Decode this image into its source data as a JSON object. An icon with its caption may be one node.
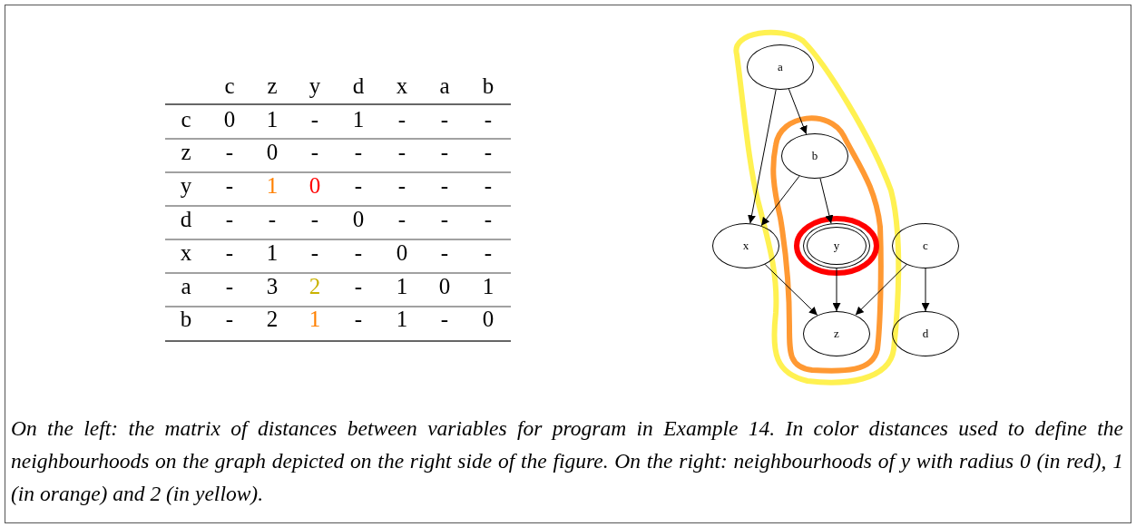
{
  "diagram": {
    "caption": "On the left: the matrix of distances between variables for program in Example 14. In color distances used to define the neighbourhoods on the graph depicted on the right side of the figure. On the right: neighbourhoods of y with radius 0 (in red), 1 (in orange) and 2 (in yellow).",
    "nodes": [
      {
        "text": [
          "a"
        ]
      },
      {
        "text": [
          "b"
        ]
      },
      {
        "text": [
          "x"
        ]
      },
      {
        "text": [
          "y"
        ]
      },
      {
        "text": [
          "c"
        ]
      },
      {
        "text": [
          "z"
        ]
      },
      {
        "text": [
          "d"
        ]
      }
    ],
    "edges": [
      {
        "from": 0,
        "to": 1,
        "arrow": "to"
      },
      {
        "from": 0,
        "to": 2,
        "arrow": "to"
      },
      {
        "from": 1,
        "to": 2,
        "arrow": "to"
      },
      {
        "from": 1,
        "to": 3,
        "arrow": "to"
      },
      {
        "from": 2,
        "to": 5,
        "arrow": "to"
      },
      {
        "from": 3,
        "to": 5,
        "arrow": "to"
      },
      {
        "from": 4,
        "to": 5,
        "arrow": "to"
      },
      {
        "from": 4,
        "to": 6,
        "arrow": "to"
      }
    ],
    "labels": [
      "c",
      "z",
      "y",
      "d",
      "x",
      "a",
      "b",
      "c",
      "0",
      "1",
      "-",
      "1",
      "-",
      "-",
      "-",
      "z",
      "-",
      "0",
      "-",
      "-",
      "-",
      "-",
      "-",
      "y",
      "-",
      "1",
      "0",
      "-",
      "-",
      "-",
      "-",
      "d",
      "-",
      "-",
      "-",
      "0",
      "-",
      "-",
      "-",
      "x",
      "-",
      "1",
      "-",
      "-",
      "0",
      "-",
      "-",
      "a",
      "-",
      "3",
      "2",
      "-",
      "1",
      "0",
      "1",
      "b",
      "-",
      "2",
      "1",
      "-",
      "1",
      "-",
      "0"
    ]
  }
}
